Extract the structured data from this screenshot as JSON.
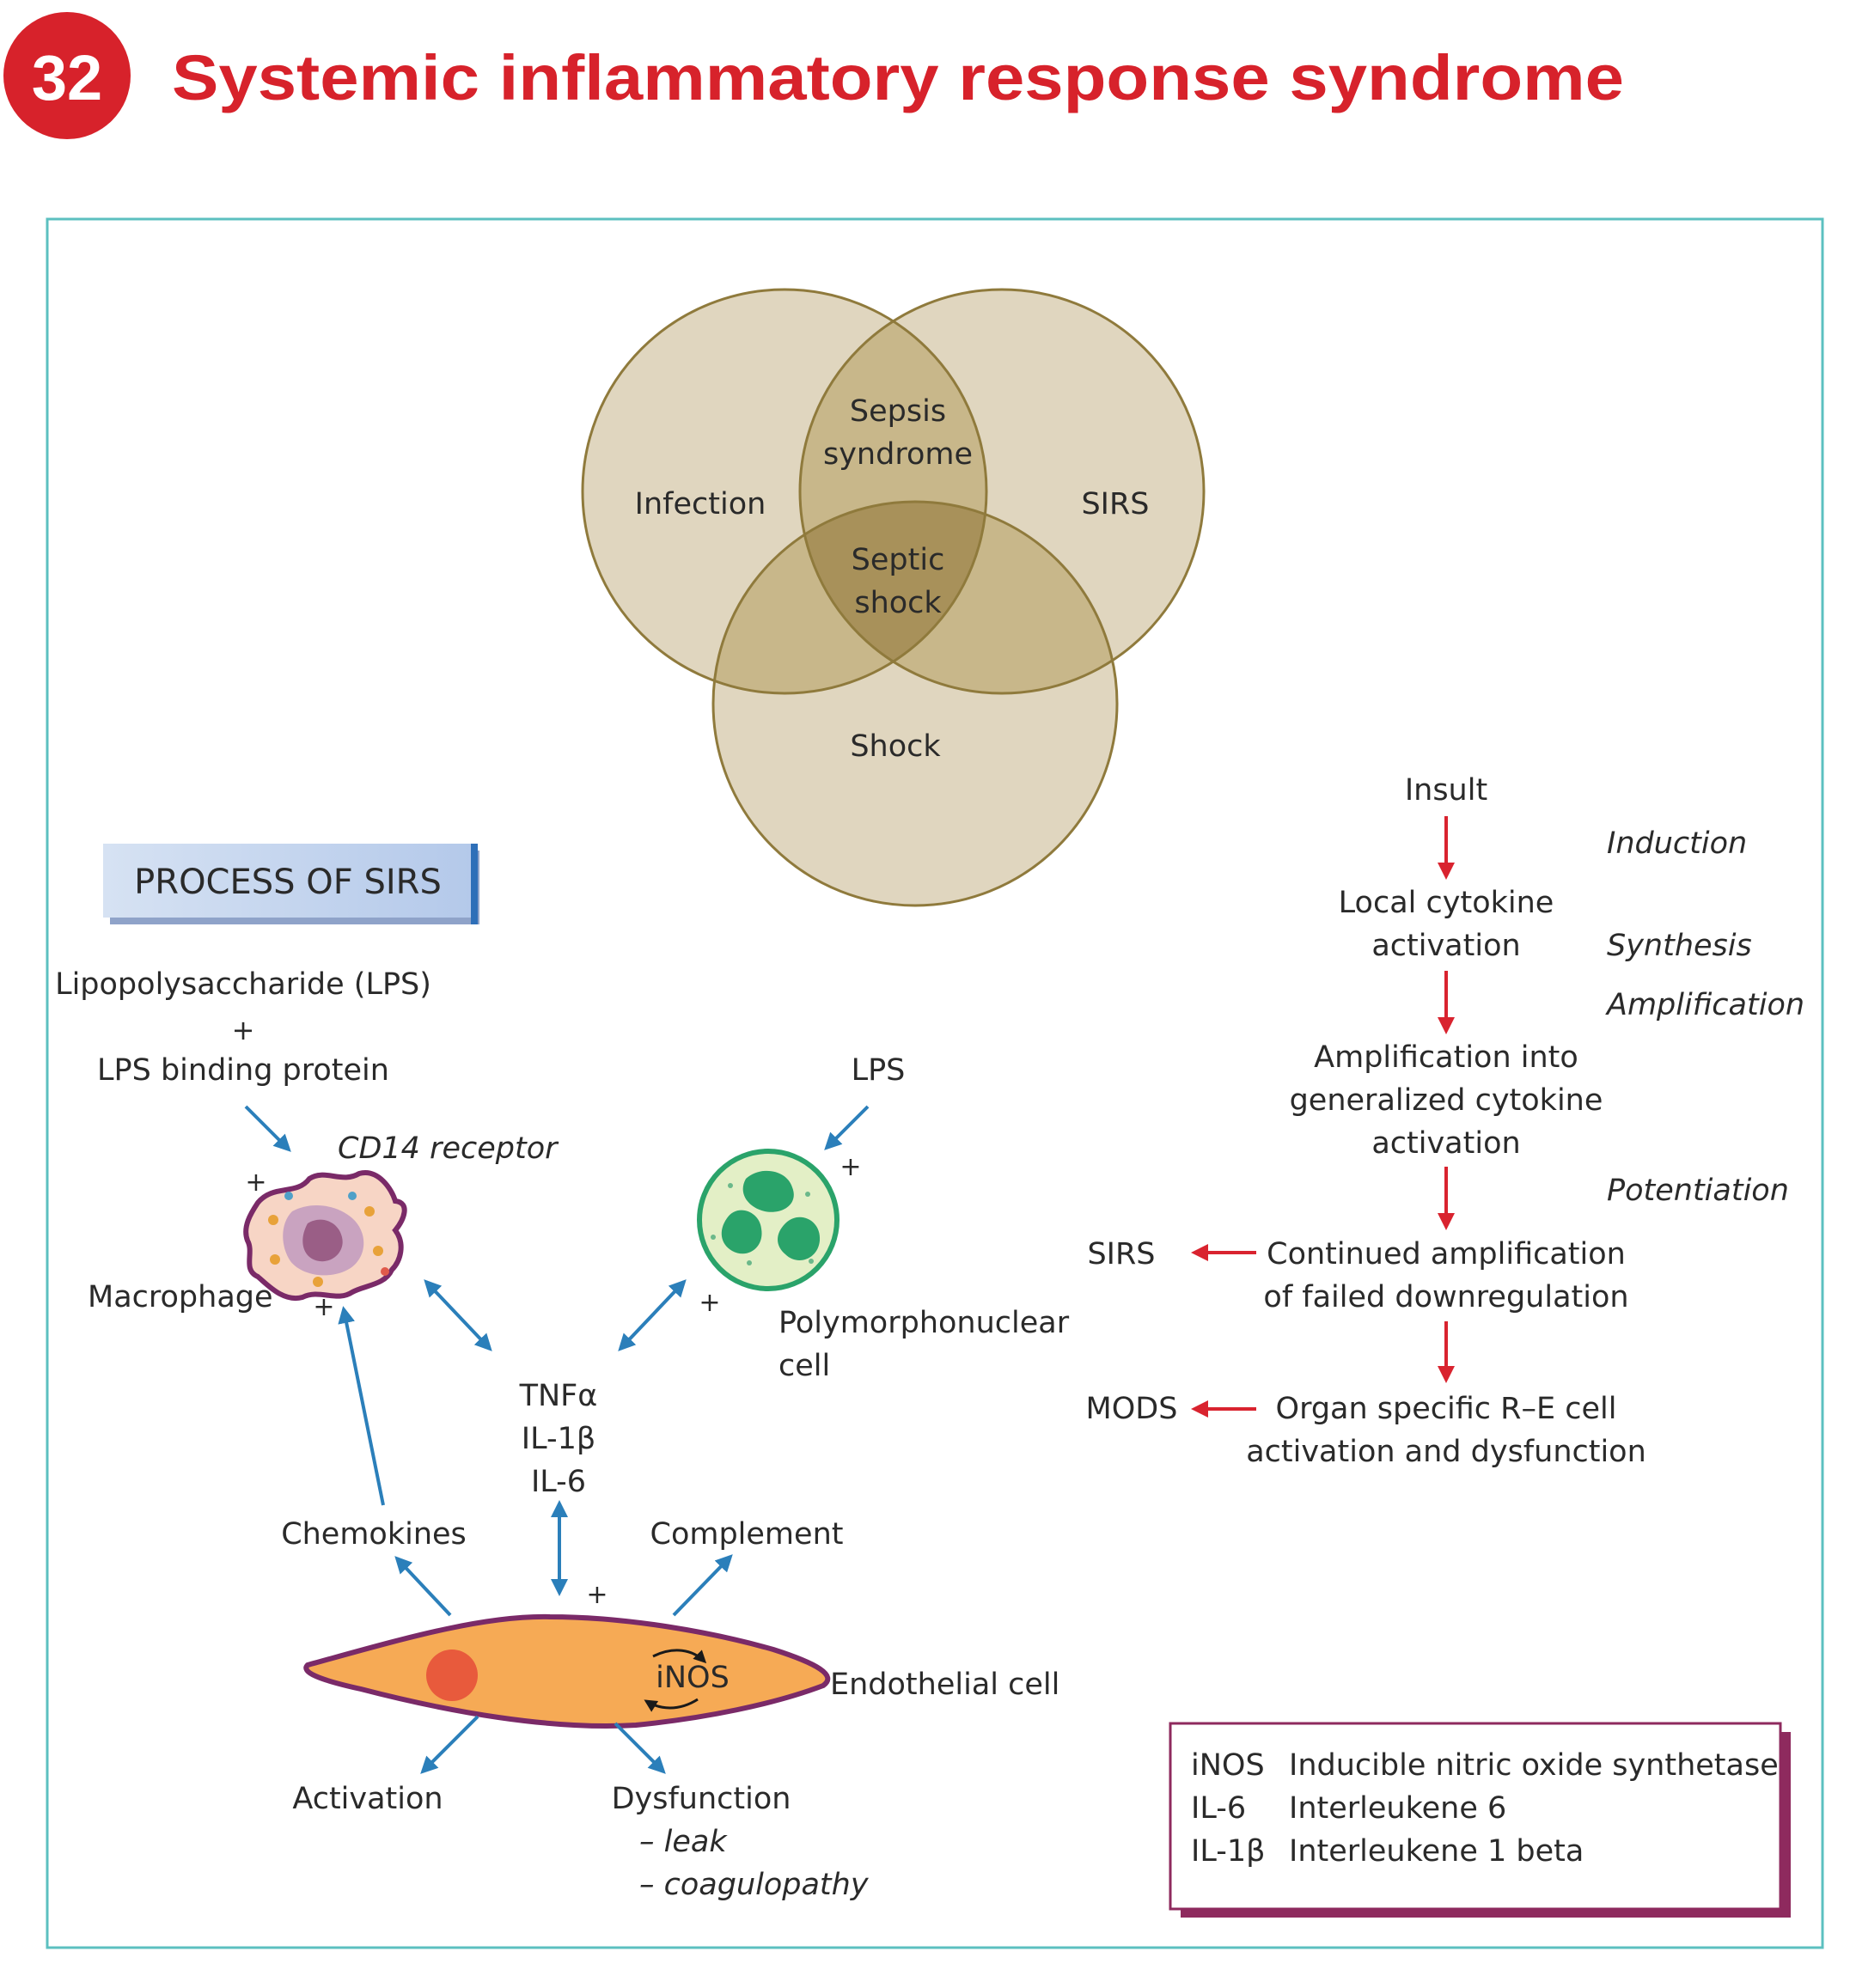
{
  "header": {
    "chapter_number": "32",
    "title": "Systemic inflammatory response syndrome",
    "accent_color": "#d7222b"
  },
  "venn": {
    "infection": "Infection",
    "sirs": "SIRS",
    "shock": "Shock",
    "sepsis_line1": "Sepsis",
    "sepsis_line2": "syndrome",
    "septic_line1": "Septic",
    "septic_line2": "shock",
    "fill_color": "#c8b78a",
    "stroke_color": "#8f7a3c"
  },
  "process": {
    "heading": "PROCESS OF SIRS",
    "lps_line1": "Lipopolysaccharide (LPS)",
    "plus": "+",
    "lps_line3": "LPS binding protein",
    "cd14": "CD14 receptor",
    "macrophage": "Macrophage",
    "lps": "LPS",
    "pmn_line1": "Polymorphonuclear",
    "pmn_line2": "cell",
    "tnf": "TNFα",
    "il1": "IL-1β",
    "il6": "IL-6",
    "chemokines": "Chemokines",
    "complement": "Complement",
    "inos": "iNOS",
    "endothelial": "Endothelial cell",
    "activation": "Activation",
    "dysfunction": "Dysfunction",
    "leak": "– leak",
    "coag": "– coagulopathy"
  },
  "cascade": {
    "insult": "Insult",
    "induction": "Induction",
    "local_line1": "Local cytokine",
    "local_line2": "activation",
    "synthesis": "Synthesis",
    "amplification": "Amplification",
    "amp_line1": "Amplification into",
    "amp_line2": "generalized cytokine",
    "amp_line3": "activation",
    "potentiation": "Potentiation",
    "sirs": "SIRS",
    "cont_line1": "Continued amplification",
    "cont_line2": "of failed downregulation",
    "mods": "MODS",
    "organ_line1": "Organ specific R–E cell",
    "organ_line2": "activation and dysfunction"
  },
  "legend": {
    "rows": [
      {
        "abbr": "iNOS",
        "desc": "Inducible nitric oxide synthetase"
      },
      {
        "abbr": "IL-6",
        "desc": "Interleukene 6"
      },
      {
        "abbr": "IL-1β",
        "desc": "Interleukene 1 beta"
      }
    ]
  },
  "colors": {
    "frame": "#5cc0c0",
    "blue_arrow": "#2b7fba",
    "red_arrow": "#d9232f",
    "legend_border": "#8e2a5e"
  }
}
